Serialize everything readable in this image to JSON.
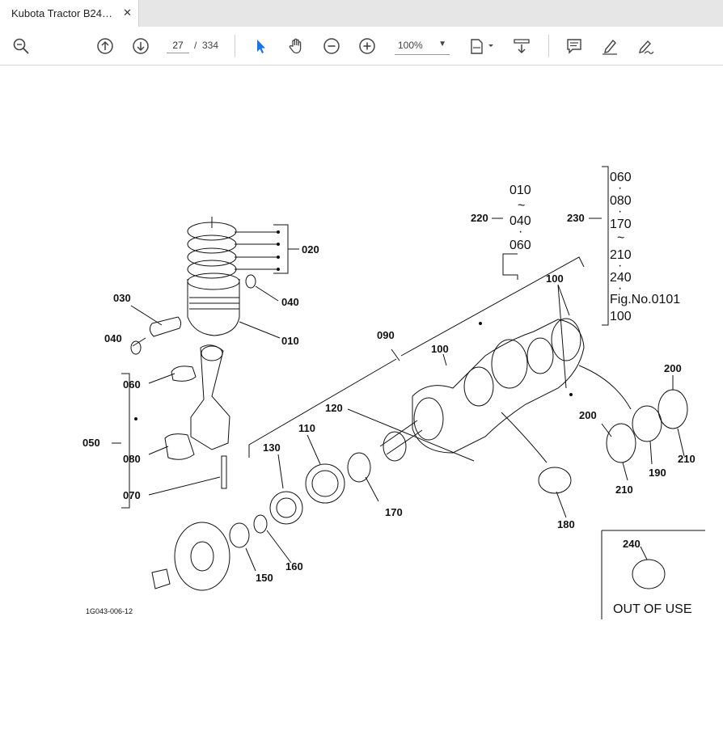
{
  "tab": {
    "title": "Kubota Tractor B24…",
    "close_glyph": "✕"
  },
  "toolbar": {
    "page_current": "27",
    "page_separator": "/",
    "page_total": "334",
    "zoom": "100%",
    "icons": [
      "search-icon",
      "arrow-up-icon",
      "arrow-down-icon",
      "cursor-icon",
      "hand-icon",
      "zoom-out-icon",
      "zoom-in-icon",
      "page-fit-icon",
      "download-icon",
      "comment-icon",
      "highlight-icon",
      "sign-icon"
    ],
    "accent": "#1a73e8"
  },
  "diagram": {
    "labels": {
      "l010": "010",
      "l020": "020",
      "l030": "030",
      "l040a": "040",
      "l040b": "040",
      "l050": "050",
      "l060": "060",
      "l070": "070",
      "l080": "080",
      "l090": "090",
      "l100a": "100",
      "l100b": "100",
      "l110": "110",
      "l120": "120",
      "l130": "130",
      "l150": "150",
      "l160": "160",
      "l170": "170",
      "l180": "180",
      "l190": "190",
      "l200a": "200",
      "l200b": "200",
      "l210a": "210",
      "l210b": "210",
      "l220": "220",
      "l230": "230",
      "l240": "240"
    },
    "group220": [
      "010",
      "~",
      "040",
      "·",
      "060"
    ],
    "group230": [
      "060",
      "·",
      "080",
      "·",
      "170",
      "~",
      "210",
      "·",
      "240",
      "·",
      "Fig.No.0101",
      "100"
    ],
    "out_of_use": "OUT OF USE",
    "figure_code": "1G043-006-12"
  }
}
